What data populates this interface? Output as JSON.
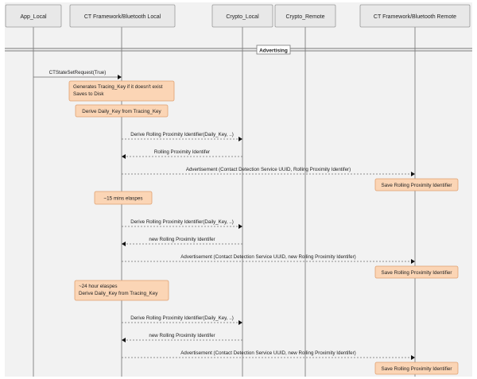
{
  "participants": [
    "App_Local",
    "CT Framework/Bluetooth Local",
    "Crypto_Local",
    "Crypto_Remote",
    "CT Framework/Bluetooth Remote"
  ],
  "section_label": "Advertising",
  "events": [
    {
      "kind": "message",
      "text": "CTStateSetRequest(True)",
      "from": 0,
      "to": 1,
      "style": "solid"
    },
    {
      "kind": "note",
      "lines": [
        "Generates Tracing_Key if it doesn't exist",
        "Saves to Disk"
      ]
    },
    {
      "kind": "note",
      "lines": [
        "Derive Daily_Key from Tracing_Key"
      ]
    },
    {
      "kind": "message",
      "text": "Derive Rolling Proximity Identifier(Daily_Key, ..)",
      "from": 1,
      "to": 2,
      "style": "dashed"
    },
    {
      "kind": "message",
      "text": "Rolling Proximity Identifer",
      "from": 2,
      "to": 1,
      "style": "dashed"
    },
    {
      "kind": "message",
      "text": "Advertisement (Contact Detection Service UUID, Rolling Proximity Identifer)",
      "from": 1,
      "to": 4,
      "style": "dashed"
    },
    {
      "kind": "note",
      "lines": [
        "Save Rolling Proximity Identifier"
      ]
    },
    {
      "kind": "note",
      "lines": [
        "~15 mins elaspes"
      ]
    },
    {
      "kind": "message",
      "text": "Derive Rolling Proximity Identifier(Daily_Key, ..)",
      "from": 1,
      "to": 2,
      "style": "dashed"
    },
    {
      "kind": "message",
      "text": "new Rolling Proximity Identifer",
      "from": 2,
      "to": 1,
      "style": "dashed"
    },
    {
      "kind": "message",
      "text": "Advertisement (Contact Detection Service UUID, new Rolling Proximity Identifer)",
      "from": 1,
      "to": 4,
      "style": "dashed"
    },
    {
      "kind": "note",
      "lines": [
        "Save Rolling Proximity Identifier"
      ]
    },
    {
      "kind": "note",
      "lines": [
        "~24 hour elaspes",
        "Derive Daily_Key from Tracing_Key"
      ]
    },
    {
      "kind": "message",
      "text": "Derive Rolling Proximity Identifier(Daily_Key, ..)",
      "from": 1,
      "to": 2,
      "style": "dashed"
    },
    {
      "kind": "message",
      "text": "new Rolling Proximity Identifer",
      "from": 2,
      "to": 1,
      "style": "dashed"
    },
    {
      "kind": "message",
      "text": "Advertisement (Contact Detection Service UUID, new Rolling Proximity Identifer)",
      "from": 1,
      "to": 4,
      "style": "dashed"
    },
    {
      "kind": "note",
      "lines": [
        "Save Rolling Proximity Identifier"
      ]
    }
  ],
  "colors": {
    "background": "#ffffff",
    "frame_bg": "#f2f2f2",
    "header_fill": "#e8e8e8",
    "header_stroke": "#9a9a9a",
    "lifeline": "#8a8a8a",
    "message_line": "#6e6e6e",
    "arrowhead": "#111111",
    "note_fill": "#fbd5b5",
    "note_stroke": "#e0a070",
    "text": "#222222"
  }
}
